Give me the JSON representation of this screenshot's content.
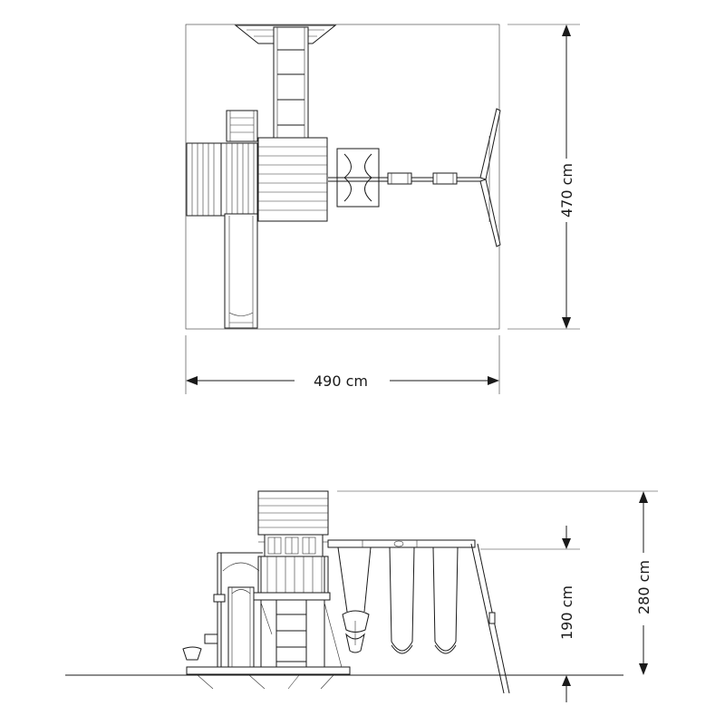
{
  "top_view": {
    "width_label": "490 cm",
    "depth_label": "470 cm"
  },
  "side_view": {
    "platform_height_label": "190 cm",
    "total_height_label": "280 cm"
  },
  "colors": {
    "line": "#1a1a1a",
    "background": "#ffffff"
  }
}
